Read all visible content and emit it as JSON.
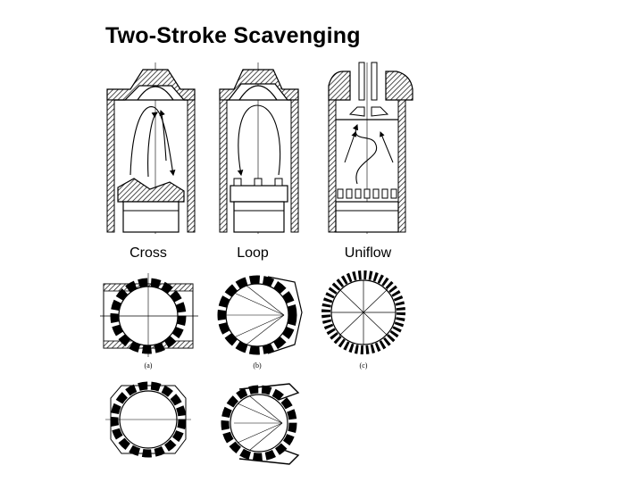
{
  "title": "Two-Stroke Scavenging",
  "labels": {
    "cross": "Cross",
    "loop": "Loop",
    "uniflow": "Uniflow"
  },
  "subfigure_marks": {
    "a": "(a)",
    "b": "(b)",
    "c": "(c)"
  }
}
